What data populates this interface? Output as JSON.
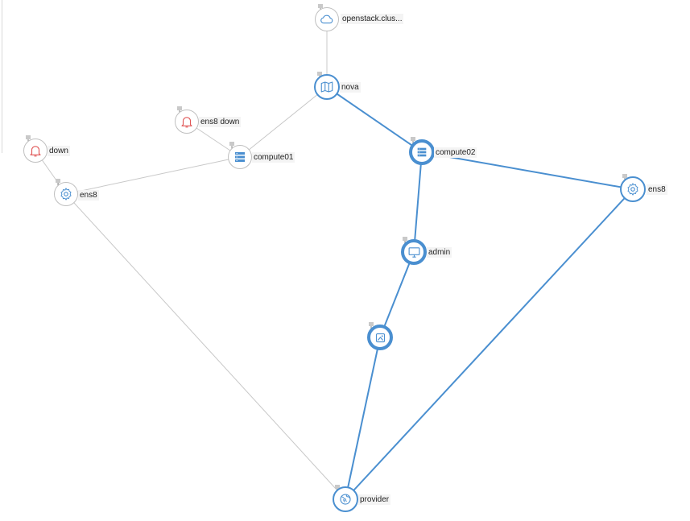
{
  "colors": {
    "edge_dim": "#c8c8c8",
    "edge_highlight": "#4a8fd0",
    "icon_blue": "#4a8fd0",
    "alarm_red": "#e05555"
  },
  "nodes": {
    "openstack": {
      "label": "openstack.clus...",
      "icon": "cloud-icon"
    },
    "nova": {
      "label": "nova",
      "icon": "map-icon"
    },
    "ens8_down_alarm": {
      "label": "ens8 down",
      "icon": "bell-icon"
    },
    "compute01": {
      "label": "compute01",
      "icon": "server-icon"
    },
    "compute02": {
      "label": "compute02",
      "icon": "server-icon"
    },
    "down_alarm": {
      "label": "down",
      "icon": "bell-icon"
    },
    "ens8_left": {
      "label": "ens8",
      "icon": "gear-icon"
    },
    "ens8_right": {
      "label": "ens8",
      "icon": "gear-icon"
    },
    "admin": {
      "label": "admin",
      "icon": "monitor-icon"
    },
    "image": {
      "label": "",
      "icon": "image-icon"
    },
    "provider": {
      "label": "provider",
      "icon": "globe-icon"
    }
  }
}
